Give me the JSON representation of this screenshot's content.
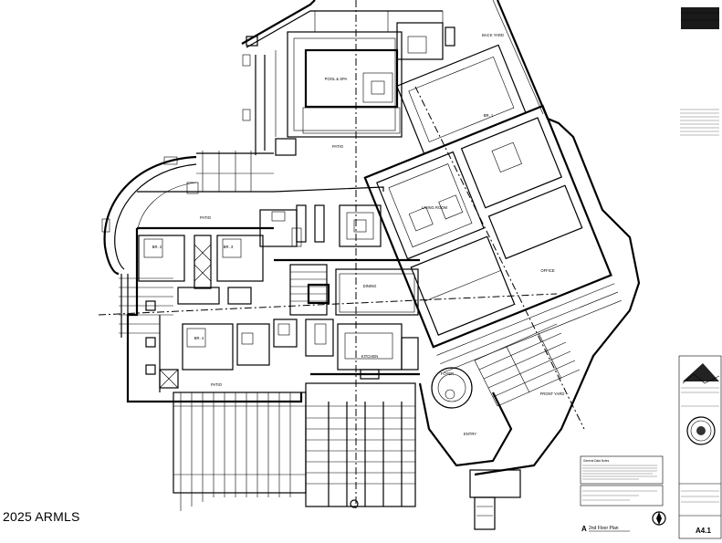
{
  "watermark": "2025 ARMLS",
  "rooms": {
    "back_yard": "BACK YARD",
    "pool_spa": "POOL & SPA",
    "patio_top": "PATIO",
    "patio_left": "PATIO",
    "patio_bottom": "PATIO",
    "br1": "BR. 1",
    "br2": "BR. 2",
    "br3": "BR. 3",
    "br4": "BR. 4",
    "living_room": "LIVING ROOM",
    "dining": "DINING",
    "kitchen": "KITCHEN",
    "office": "OFFICE",
    "foyer": "FOYER",
    "entry": "ENTRY",
    "front_yard": "FRONT YARD"
  },
  "title_block": {
    "general_notes": "General Data Notes",
    "sheet_title": "2nd Floor Plan",
    "sheet_letter": "A",
    "sheet_number": "A4.1"
  }
}
